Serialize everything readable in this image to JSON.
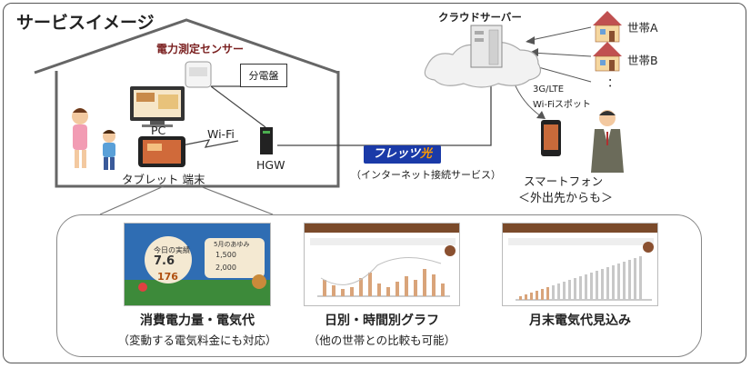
{
  "title": "サービスイメージ",
  "house": {
    "sensor_label": "電力測定センサー",
    "panel_label": "分電盤",
    "pc_label": "PC",
    "tablet_label": "タブレット 端末",
    "wifi_label": "Wi-Fi",
    "hgw_label": "HGW"
  },
  "network": {
    "flets_logo_text": "フレッツ",
    "flets_logo_mark": "光",
    "flets_caption": "（インターネット接続サービス）"
  },
  "cloud": {
    "server_label": "クラウドサーバー",
    "household_a": "世帯A",
    "household_b": "世帯B",
    "ellipsis": "：",
    "mobile_line1": "3G/LTE",
    "mobile_line2": "Wi-Fiスポット"
  },
  "smartphone": {
    "label": "スマートフォン",
    "sublabel": "＜外出先からも＞"
  },
  "screens": [
    {
      "caption": "消費電力量・電気代",
      "note": "（変動する電気料金にも対応）"
    },
    {
      "caption": "日別・時間別グラフ",
      "note": "（他の世帯との比較も可能）"
    },
    {
      "caption": "月末電気代見込み",
      "note": ""
    }
  ],
  "screen1": {
    "today_label": "今日の実績",
    "month_label": "5月のあゆみ",
    "kwh": "7.6",
    "yen": "176",
    "month_kwh": "1,500",
    "month_yen": "2,000"
  },
  "colors": {
    "brown": "#7a4a2a",
    "navy": "#1a3aa8",
    "orange": "#ff9900",
    "sky": "#2f6db3"
  }
}
